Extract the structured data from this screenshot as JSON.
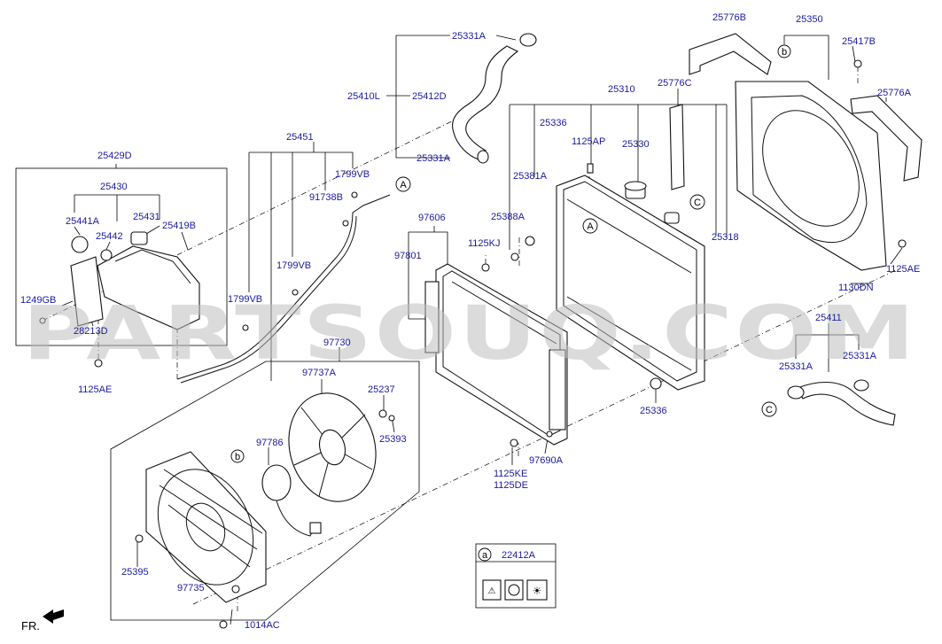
{
  "labels": {
    "l25331A_top": "25331A",
    "l25410L": "25410L",
    "l25412D": "25412D",
    "l25331A_mid": "25331A",
    "l25310": "25310",
    "l25776C": "25776C",
    "l25336_top": "25336",
    "l1125AP": "1125AP",
    "l25330": "25330",
    "l25381A": "25381A",
    "l25388A": "25388A",
    "l1125KJ": "1125KJ",
    "l25776B": "25776B",
    "l25350": "25350",
    "l25417B": "25417B",
    "l25776A": "25776A",
    "l1125AE_right": "1125AE",
    "l1130DN": "1130DN",
    "l25318": "25318",
    "l25411": "25411",
    "l25331A_r1": "25331A",
    "l25331A_r2": "25331A",
    "l25336_bot": "25336",
    "l97606": "97606",
    "l97801": "97801",
    "l1125KE": "1125KE",
    "l1125DE": "1125DE",
    "l97690A": "97690A",
    "l25451": "25451",
    "l1799VB_a": "1799VB",
    "l91738B": "91738B",
    "l1799VB_b": "1799VB",
    "l1799VB_c": "1799VB",
    "l25429D": "25429D",
    "l25430": "25430",
    "l25441A": "25441A",
    "l25442": "25442",
    "l25431": "25431",
    "l25419B": "25419B",
    "l1249GB": "1249GB",
    "l28213D": "28213D",
    "l1125AE_left": "1125AE",
    "l97730": "97730",
    "l97737A": "97737A",
    "l25237": "25237",
    "l25393": "25393",
    "l97786": "97786",
    "l25395": "25395",
    "l97735": "97735",
    "l1014AC": "1014AC",
    "l22412A": "22412A"
  },
  "callouts": {
    "a": "a",
    "b_top": "b",
    "b_fan": "b",
    "A_top": "A",
    "A_rad": "A",
    "C_rad": "C",
    "C_hose": "C"
  },
  "watermark": "PARTSOUQ.COM",
  "fr_label": "FR.",
  "colors": {
    "label": "#1a1aa0",
    "watermark": "#bdbdbd",
    "line": "#000000"
  }
}
